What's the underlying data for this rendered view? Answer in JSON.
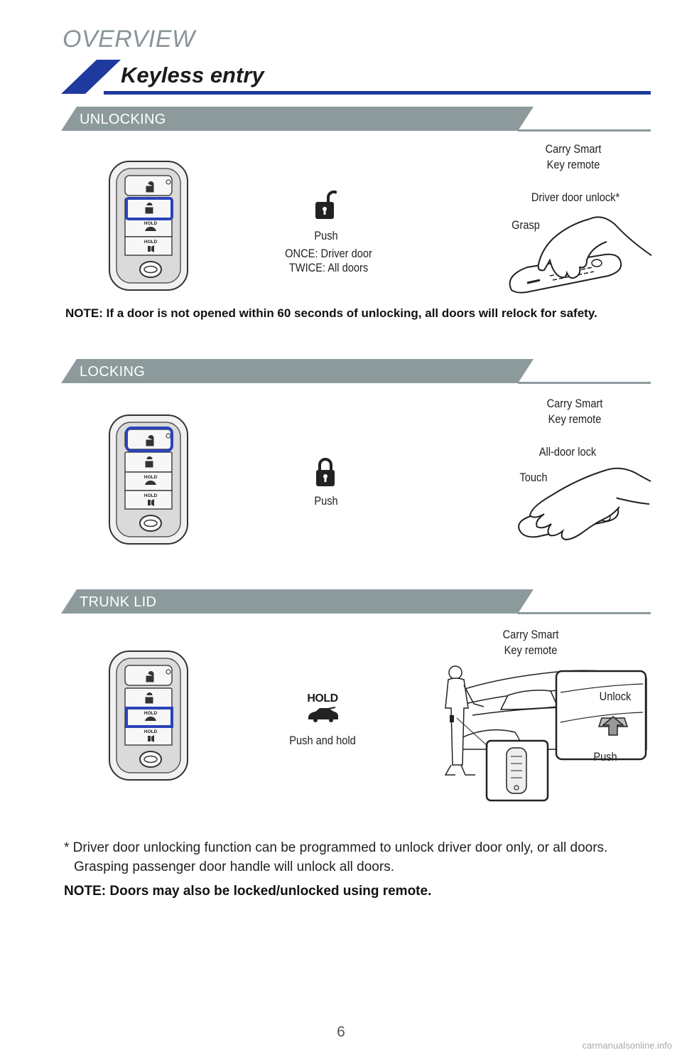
{
  "header": {
    "overview": "OVERVIEW",
    "title": "Keyless entry"
  },
  "colors": {
    "brand_blue": "#1f3a9e",
    "band_gray": "#8c9a9c",
    "highlight_blue": "#2a43b8"
  },
  "unlocking": {
    "label": "UNLOCKING",
    "carry_line1": "Carry Smart",
    "carry_line2": "Key remote",
    "driver_door": "Driver door unlock*",
    "grasp": "Grasp",
    "push": "Push",
    "once": "ONCE: Driver door",
    "twice": "TWICE: All doors",
    "note": "NOTE: If a door is not opened within 60 seconds of unlocking, all doors will relock for safety.",
    "icon": "unlock-padlock-icon"
  },
  "locking": {
    "label": "LOCKING",
    "carry_line1": "Carry Smart",
    "carry_line2": "Key remote",
    "all_door": "All-door lock",
    "touch": "Touch",
    "push": "Push",
    "icon": "lock-padlock-icon"
  },
  "trunk": {
    "label": "TRUNK LID",
    "carry_line1": "Carry Smart",
    "carry_line2": "Key remote",
    "hold": "HOLD",
    "push_hold": "Push and hold",
    "unlock": "Unlock",
    "push": "Push",
    "icon": "trunk-car-icon"
  },
  "key_fob": {
    "hold": "HOLD"
  },
  "footer": {
    "footnote": "* Driver door unlocking function can be programmed to unlock driver door only, or all doors. Grasping passenger door handle will unlock all doors.",
    "note": "NOTE: Doors may also be locked/unlocked using remote.",
    "page": "6",
    "watermark": "carmanualsonline.info"
  }
}
